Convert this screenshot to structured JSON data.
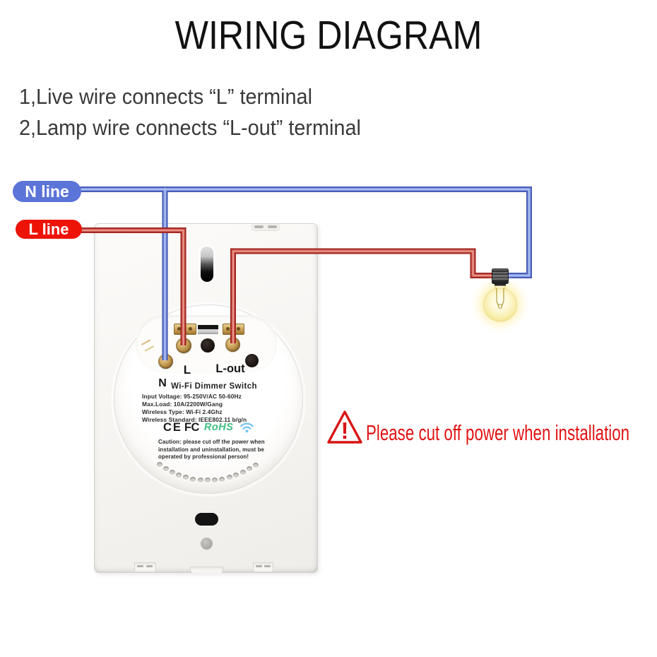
{
  "title": "WIRING DIAGRAM",
  "instructions": [
    "1,Live wire connects “L” terminal",
    "2,Lamp wire connects “L-out” terminal"
  ],
  "wire_labels": {
    "n_line": "N line",
    "l_line": "L line"
  },
  "device": {
    "terminals": {
      "n": "N",
      "l": "L",
      "l_out": "L-out"
    },
    "name": "Wi-Fi Dimmer Switch",
    "specs": [
      "Input Voltage: 95-250V/AC 50-60Hz",
      "Max.Load: 10A/2200W/Gang",
      "Wireless Type: Wi-Fi 2.4Ghz",
      "Wireless Standard: IEEE802.11 b/g/n"
    ],
    "certifications": {
      "ce": "CE",
      "fcc": "FC",
      "rohs": "RoHS"
    },
    "caution": [
      "Caution: please cut off the power when",
      "installation and uninstallation, must be",
      "operated by professional person!"
    ]
  },
  "warning": {
    "exclamation": "!",
    "text": "Please cut off power when installation"
  },
  "colors": {
    "n_line_blue": "#5b74d8",
    "l_line_red": "#ee1307",
    "wire_blue": "#7e97e2",
    "wire_red": "#cf5a50",
    "warning_red": "#e11414",
    "rohs_green": "#3cbf82",
    "wifi_icon_blue": "#74c4ee",
    "bulb_glow_yellow": "#ffd73b"
  }
}
